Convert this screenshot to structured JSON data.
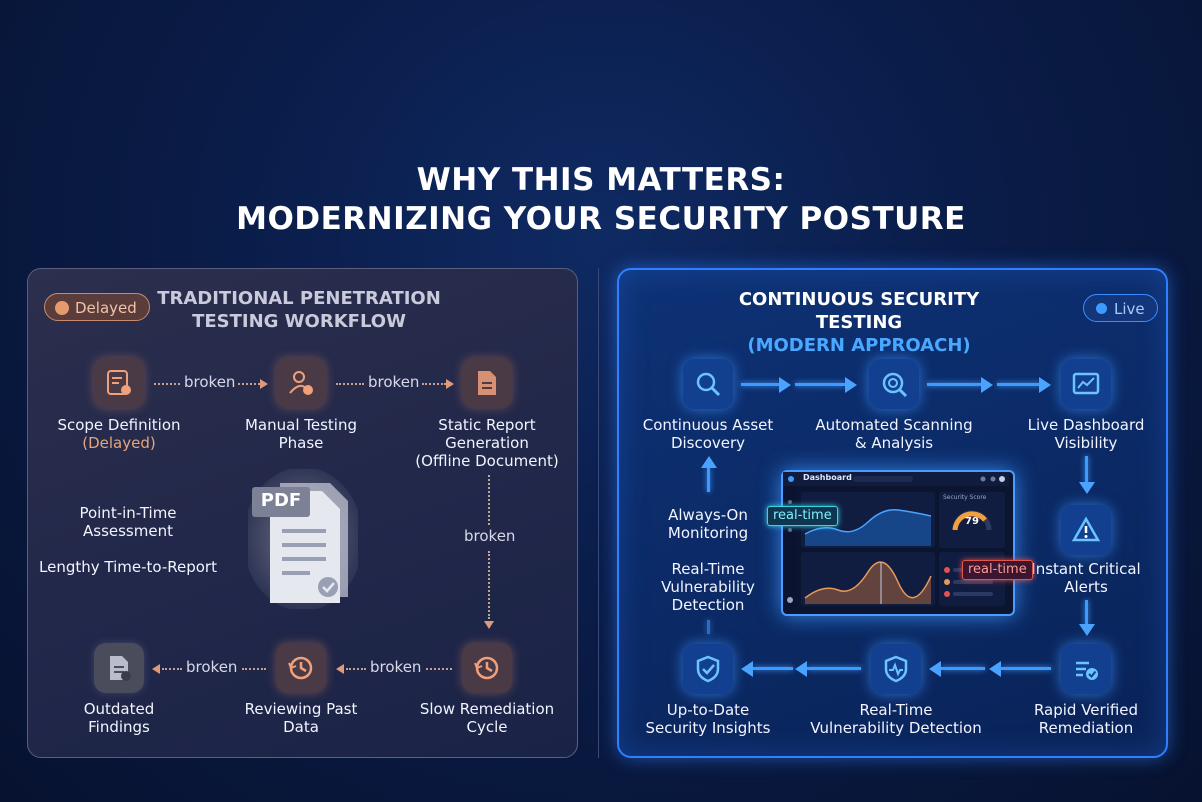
{
  "title": {
    "line1": "WHY THIS MATTERS:",
    "line2": "MODERNIZING YOUR SECURITY POSTURE"
  },
  "left_panel": {
    "badge": "Delayed",
    "title_line1": "TRADITIONAL PENETRATION",
    "title_line2": "TESTING WORKFLOW",
    "nodes": {
      "scope": {
        "line1": "Scope Definition",
        "line2": "(Delayed)"
      },
      "manual": {
        "line1": "Manual Testing",
        "line2": "Phase"
      },
      "static": {
        "line1": "Static Report",
        "line2": "Generation",
        "line3": "(Offline Document)"
      },
      "slow": {
        "line1": "Slow Remediation",
        "line2": "Cycle"
      },
      "review": {
        "line1": "Reviewing Past",
        "line2": "Data"
      },
      "outdated": {
        "line1": "Outdated",
        "line2": "Findings"
      }
    },
    "connector_label": "broken",
    "side_text": {
      "point_line1": "Point-in-Time",
      "point_line2": "Assessment",
      "lengthy": "Lengthy Time-to-Report"
    },
    "document_label": "PDF"
  },
  "right_panel": {
    "badge": "Live",
    "title_line1": "CONTINUOUS SECURITY TESTING",
    "title_line2": "(MODERN APPROACH)",
    "nodes": {
      "discovery": {
        "line1": "Continuous Asset",
        "line2": "Discovery"
      },
      "scanning": {
        "line1": "Automated Scanning",
        "line2": "& Analysis"
      },
      "dashboard": {
        "line1": "Live Dashboard",
        "line2": "Visibility"
      },
      "alerts": {
        "line1": "Instant Critical",
        "line2": "Alerts"
      },
      "remediation": {
        "line1": "Rapid Verified",
        "line2": "Remediation"
      },
      "rtvd": {
        "line1": "Real-Time",
        "line2": "Vulnerability Detection"
      },
      "insights": {
        "line1": "Up-to-Date",
        "line2": "Security Insights"
      }
    },
    "side_text": {
      "always_line1": "Always-On",
      "always_line2": "Monitoring",
      "rt_line1": "Real-Time",
      "rt_line2": "Vulnerability",
      "rt_line3": "Detection"
    },
    "tags": {
      "left": "real-time",
      "right": "real-time"
    },
    "dashboard": {
      "title": "Dashboard",
      "score_title": "Security Score",
      "score": "79"
    }
  },
  "colors": {
    "accent_blue": "#3d9bff",
    "warm_orange": "#e8a47e",
    "tag_cyan": "#39d3e6",
    "tag_red": "#e5534b"
  }
}
